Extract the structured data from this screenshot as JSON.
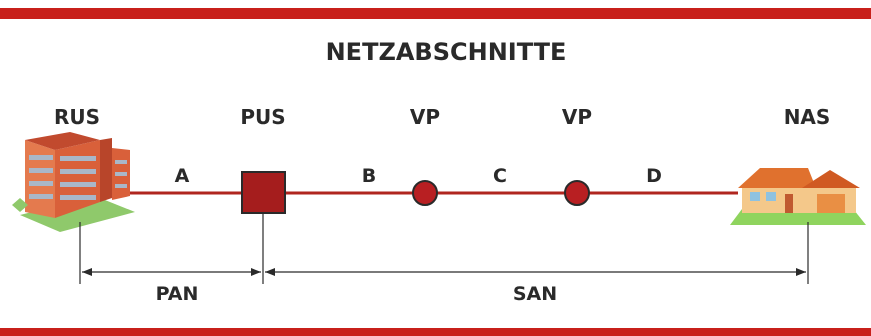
{
  "title": "NETZABSCHNITTE",
  "nodes": {
    "rus": "RUS",
    "pus": "PUS",
    "vp1": "VP",
    "vp2": "VP",
    "nas": "NAS"
  },
  "segments": {
    "a": "A",
    "b": "B",
    "c": "C",
    "d": "D"
  },
  "spans": {
    "pan": "PAN",
    "san": "SAN"
  },
  "colors": {
    "frame_red": "#c8201b",
    "line_red": "#b0261f",
    "box_red": "#a51d1d",
    "circle_red": "#b81f22",
    "text": "#2a2a2a"
  },
  "icons": {
    "rus": "office-building-icon",
    "nas": "house-icon"
  }
}
